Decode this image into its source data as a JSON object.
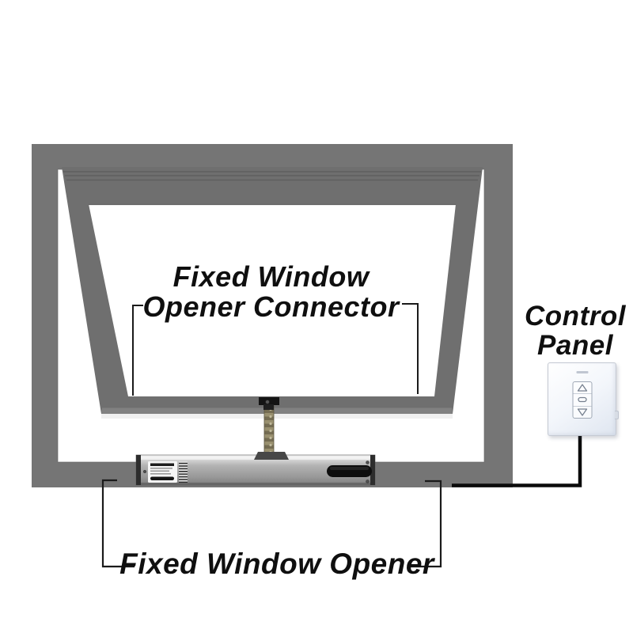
{
  "labels": {
    "connector": {
      "line1": "Fixed Window",
      "line2": "Opener Connector"
    },
    "control_panel": {
      "line1": "Control",
      "line2": "Panel"
    },
    "opener": {
      "text": "Fixed Window Opener"
    }
  },
  "control_panel": {
    "buttons": [
      {
        "icon": "triangle-up-icon"
      },
      {
        "icon": "stop-rectangle-icon"
      },
      {
        "icon": "triangle-down-icon"
      }
    ]
  },
  "colors": {
    "frame_gray": "#757575",
    "sash_gray": "#6f6f6f",
    "leader_line": "#1a1a1a",
    "wire_black": "#0b0b0b",
    "opener_silver": "#b3b3b3",
    "opener_slot": "#0e0e0e",
    "chain_khaki": "#8e8568",
    "panel_face": "#f3f6fb",
    "panel_icon_stroke": "#76808f"
  }
}
